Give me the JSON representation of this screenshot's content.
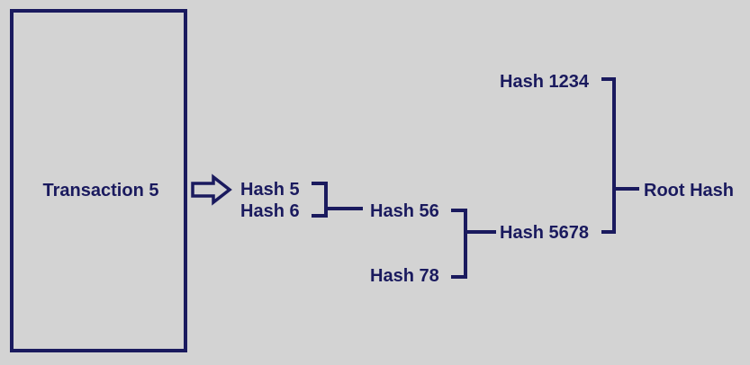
{
  "diagram": {
    "transaction_label": "Transaction 5",
    "hash_5": "Hash 5",
    "hash_6": "Hash 6",
    "hash_56": "Hash 56",
    "hash_78": "Hash 78",
    "hash_1234": "Hash 1234",
    "hash_5678": "Hash 5678",
    "root_hash": "Root Hash",
    "color": "#1a1a5e",
    "background": "#d3d3d3"
  }
}
